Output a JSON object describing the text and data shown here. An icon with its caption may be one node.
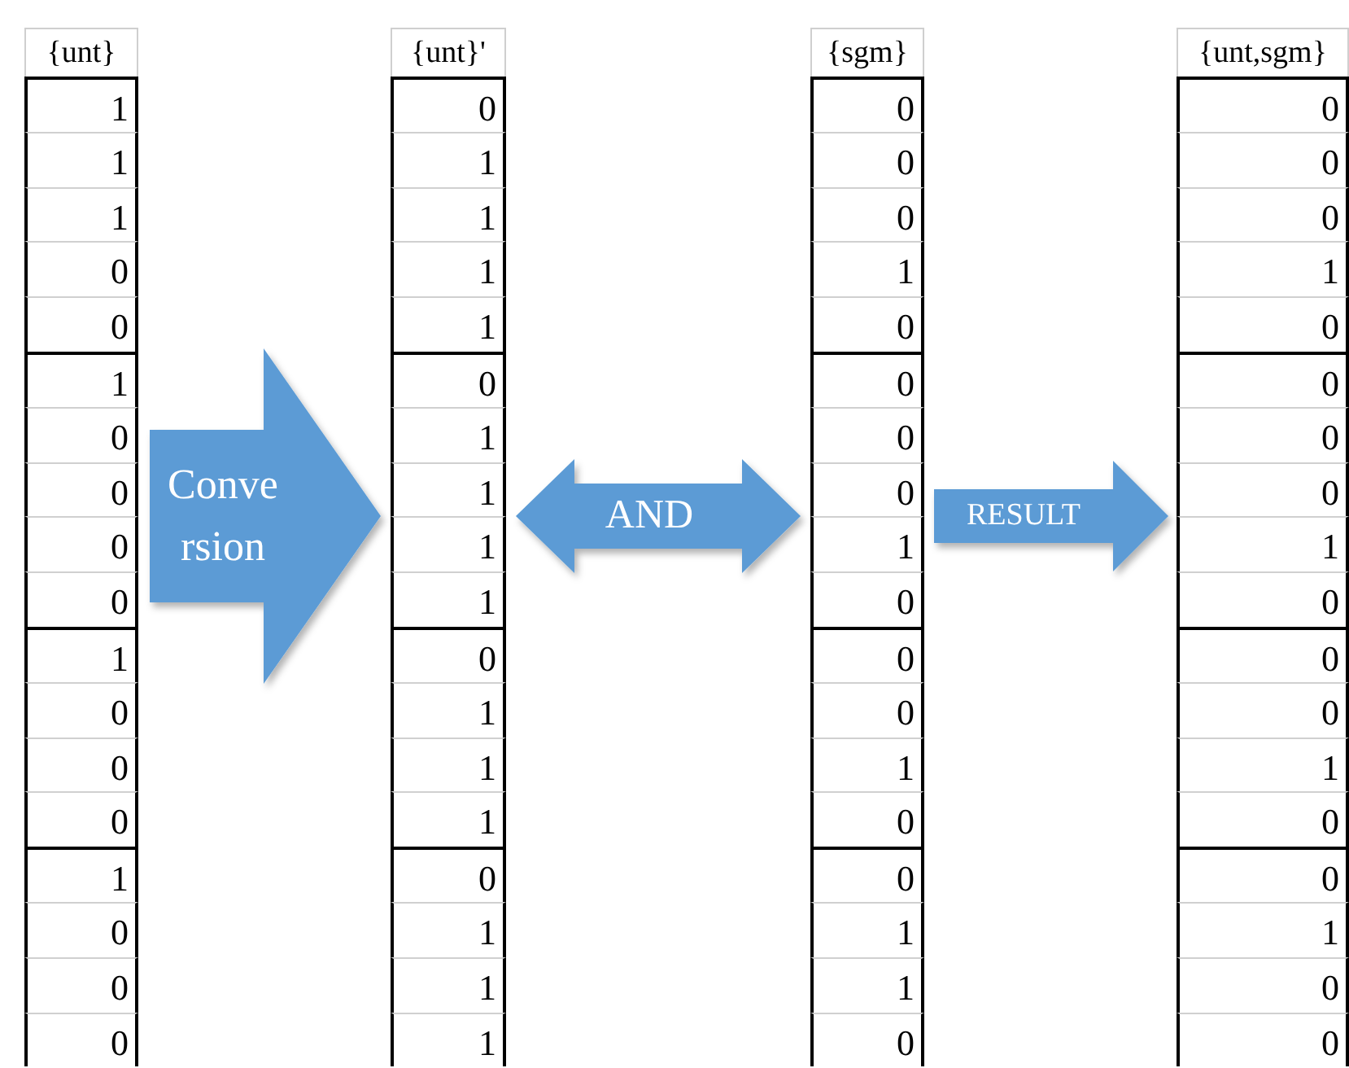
{
  "diagram": {
    "nodes": [
      {
        "text": [
          "{unt}"
        ]
      },
      {
        "text": [
          "1"
        ],
        "in": 0
      },
      {
        "text": [
          "1"
        ],
        "in": 0
      },
      {
        "text": [
          "1"
        ],
        "in": 0
      },
      {
        "text": [
          "0"
        ],
        "in": 0
      },
      {
        "text": [
          "0"
        ],
        "in": 0
      },
      {
        "text": [
          "1"
        ],
        "in": 0
      },
      {
        "text": [
          "0"
        ],
        "in": 0
      },
      {
        "text": [
          "0"
        ],
        "in": 0
      },
      {
        "text": [
          "0"
        ],
        "in": 0
      },
      {
        "text": [
          "0"
        ],
        "in": 0
      },
      {
        "text": [
          "1"
        ],
        "in": 0
      },
      {
        "text": [
          "0"
        ],
        "in": 0
      },
      {
        "text": [
          "0"
        ],
        "in": 0
      },
      {
        "text": [
          "0"
        ],
        "in": 0
      },
      {
        "text": [
          "1"
        ],
        "in": 0
      },
      {
        "text": [
          "0"
        ],
        "in": 0
      },
      {
        "text": [
          "0"
        ],
        "in": 0
      },
      {
        "text": [
          "0"
        ],
        "in": 0
      },
      {
        "text": [
          "{unt}'"
        ]
      },
      {
        "text": [
          "0"
        ],
        "in": 19
      },
      {
        "text": [
          "1"
        ],
        "in": 19
      },
      {
        "text": [
          "1"
        ],
        "in": 19
      },
      {
        "text": [
          "1"
        ],
        "in": 19
      },
      {
        "text": [
          "1"
        ],
        "in": 19
      },
      {
        "text": [
          "0"
        ],
        "in": 19
      },
      {
        "text": [
          "1"
        ],
        "in": 19
      },
      {
        "text": [
          "1"
        ],
        "in": 19
      },
      {
        "text": [
          "1"
        ],
        "in": 19
      },
      {
        "text": [
          "1"
        ],
        "in": 19
      },
      {
        "text": [
          "0"
        ],
        "in": 19
      },
      {
        "text": [
          "1"
        ],
        "in": 19
      },
      {
        "text": [
          "1"
        ],
        "in": 19
      },
      {
        "text": [
          "1"
        ],
        "in": 19
      },
      {
        "text": [
          "0"
        ],
        "in": 19
      },
      {
        "text": [
          "1"
        ],
        "in": 19
      },
      {
        "text": [
          "1"
        ],
        "in": 19
      },
      {
        "text": [
          "1"
        ],
        "in": 19
      },
      {
        "text": [
          "{sgm}"
        ]
      },
      {
        "text": [
          "0"
        ],
        "in": 38
      },
      {
        "text": [
          "0"
        ],
        "in": 38
      },
      {
        "text": [
          "0"
        ],
        "in": 38
      },
      {
        "text": [
          "1"
        ],
        "in": 38
      },
      {
        "text": [
          "0"
        ],
        "in": 38
      },
      {
        "text": [
          "0"
        ],
        "in": 38
      },
      {
        "text": [
          "0"
        ],
        "in": 38
      },
      {
        "text": [
          "0"
        ],
        "in": 38
      },
      {
        "text": [
          "1"
        ],
        "in": 38
      },
      {
        "text": [
          "0"
        ],
        "in": 38
      },
      {
        "text": [
          "0"
        ],
        "in": 38
      },
      {
        "text": [
          "0"
        ],
        "in": 38
      },
      {
        "text": [
          "1"
        ],
        "in": 38
      },
      {
        "text": [
          "0"
        ],
        "in": 38
      },
      {
        "text": [
          "0"
        ],
        "in": 38
      },
      {
        "text": [
          "1"
        ],
        "in": 38
      },
      {
        "text": [
          "1"
        ],
        "in": 38
      },
      {
        "text": [
          "0"
        ],
        "in": 38
      },
      {
        "text": [
          "{unt,sgm}"
        ]
      },
      {
        "text": [
          "0"
        ],
        "in": 57
      },
      {
        "text": [
          "0"
        ],
        "in": 57
      },
      {
        "text": [
          "0"
        ],
        "in": 57
      },
      {
        "text": [
          "1"
        ],
        "in": 57
      },
      {
        "text": [
          "0"
        ],
        "in": 57
      },
      {
        "text": [
          "0"
        ],
        "in": 57
      },
      {
        "text": [
          "0"
        ],
        "in": 57
      },
      {
        "text": [
          "0"
        ],
        "in": 57
      },
      {
        "text": [
          "1"
        ],
        "in": 57
      },
      {
        "text": [
          "0"
        ],
        "in": 57
      },
      {
        "text": [
          "0"
        ],
        "in": 57
      },
      {
        "text": [
          "0"
        ],
        "in": 57
      },
      {
        "text": [
          "1"
        ],
        "in": 57
      },
      {
        "text": [
          "0"
        ],
        "in": 57
      },
      {
        "text": [
          "0"
        ],
        "in": 57
      },
      {
        "text": [
          "1"
        ],
        "in": 57
      },
      {
        "text": [
          "0"
        ],
        "in": 57
      },
      {
        "text": [
          "0"
        ],
        "in": 57
      }
    ],
    "edges": [
      {
        "from": 0,
        "to": 19,
        "arrow": "to",
        "label": "Conve rsion",
        "style": "thick"
      },
      {
        "from": 19,
        "to": 38,
        "arrow": "both",
        "label": "AND"
      },
      {
        "from": 38,
        "to": 57,
        "arrow": "to",
        "label": "RESULT"
      }
    ]
  }
}
